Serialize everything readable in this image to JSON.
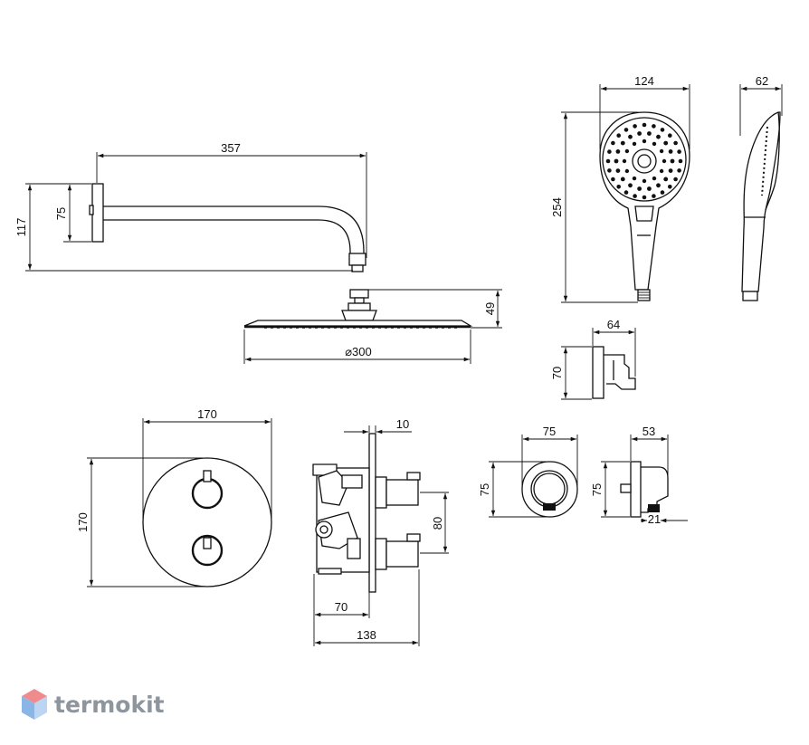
{
  "dimensions": {
    "arm_length": "357",
    "arm_height": "117",
    "arm_flange": "75",
    "head_diameter": "⌀300",
    "head_height": "49",
    "hand_width": "124",
    "hand_depth": "62",
    "hand_length": "254",
    "holder_width": "64",
    "holder_height": "70",
    "plate_width": "170",
    "plate_height": "170",
    "plate_thickness": "10",
    "handles_spacing": "80",
    "body_depth": "70",
    "total_depth": "138",
    "outlet_width": "75",
    "outlet_height": "75",
    "outlet2_depth": "53",
    "outlet2_height": "75",
    "outlet2_thread": "21"
  },
  "logo": {
    "text": "termokit",
    "icon": "hexagon-cube-icon",
    "colors": {
      "top": "#f08b8d",
      "left": "#8ab6e6",
      "right": "#bcd5f2",
      "text": "#8e959c"
    }
  },
  "colors": {
    "line": "#111111",
    "background": "#ffffff"
  }
}
